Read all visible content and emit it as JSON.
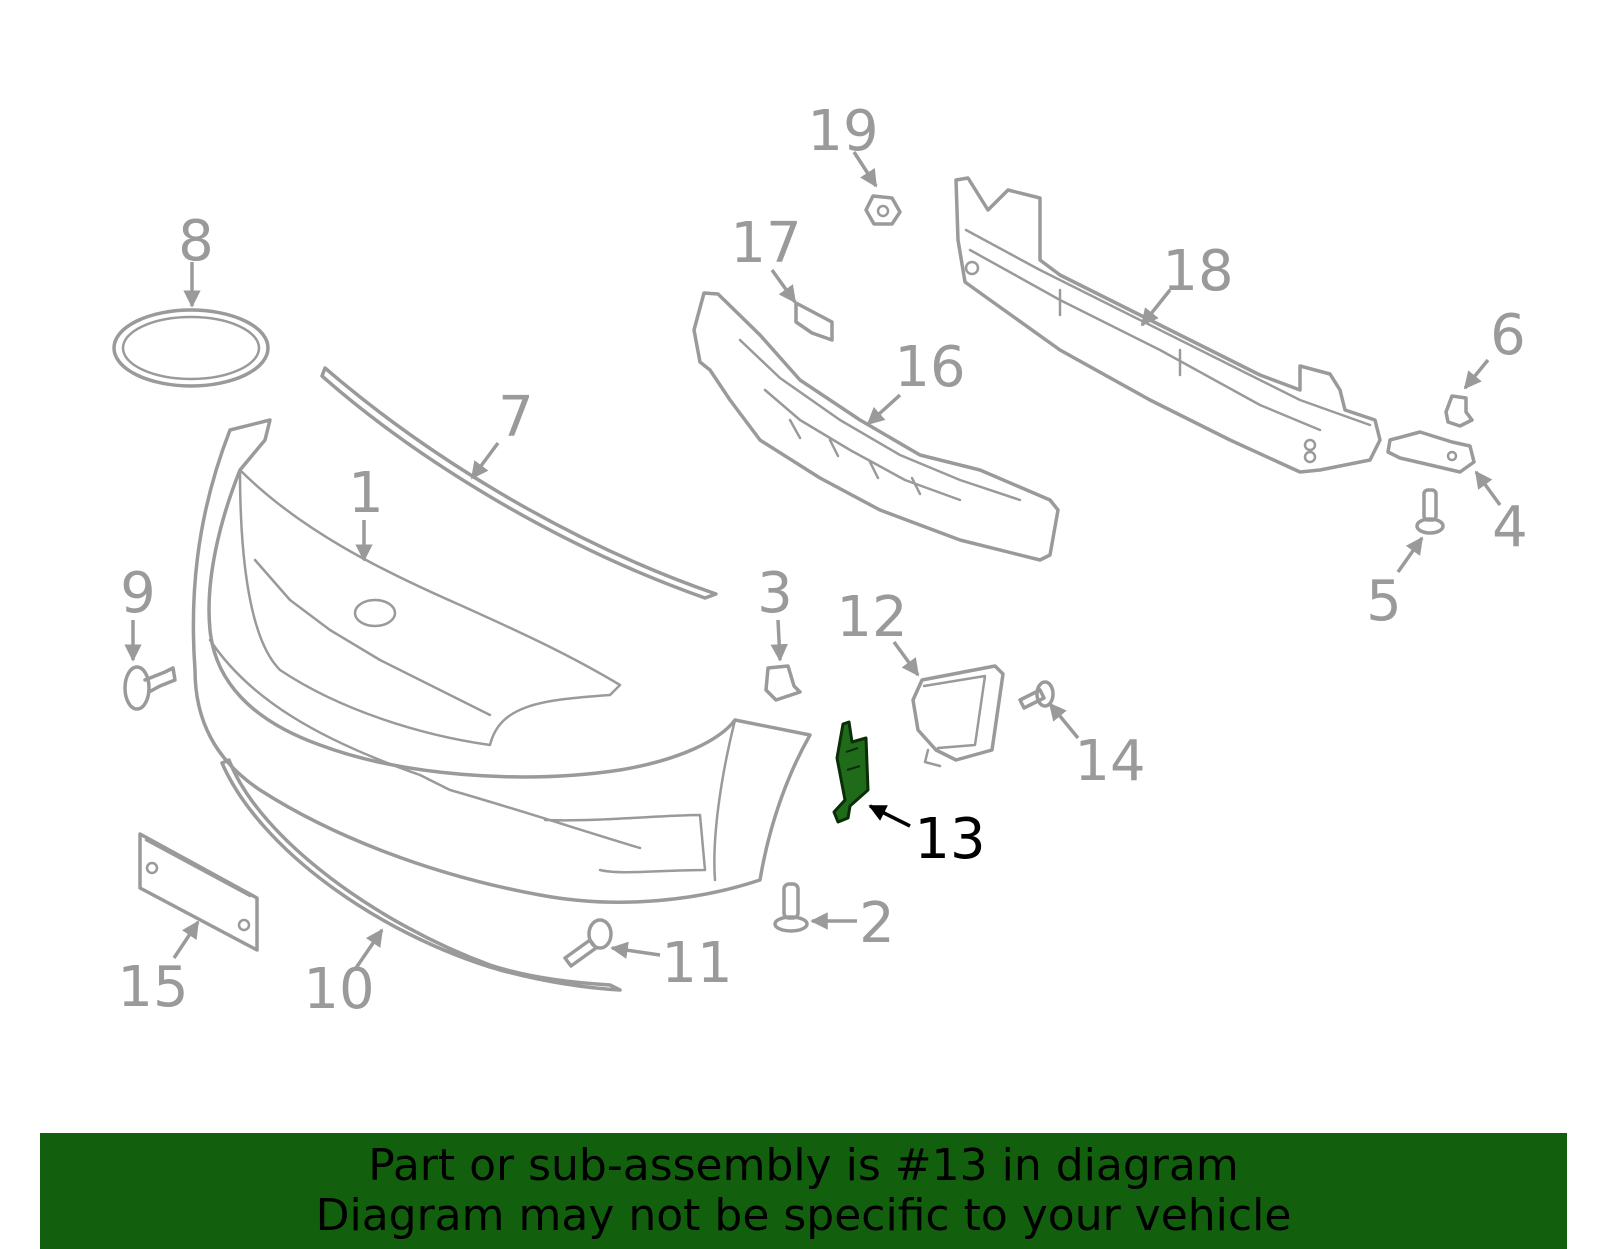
{
  "diagram": {
    "callouts": [
      "1",
      "2",
      "3",
      "4",
      "5",
      "6",
      "7",
      "8",
      "9",
      "10",
      "11",
      "12",
      "13",
      "14",
      "15",
      "16",
      "17",
      "18",
      "19"
    ],
    "highlighted_callout": "13",
    "highlight_color": "#1f6b1a",
    "line_color": "#9a9a9a",
    "banner_color": "#12600d"
  },
  "banner": {
    "line1": "Part or sub-assembly is #13 in diagram",
    "line2": "Diagram may not be specific to your vehicle"
  }
}
